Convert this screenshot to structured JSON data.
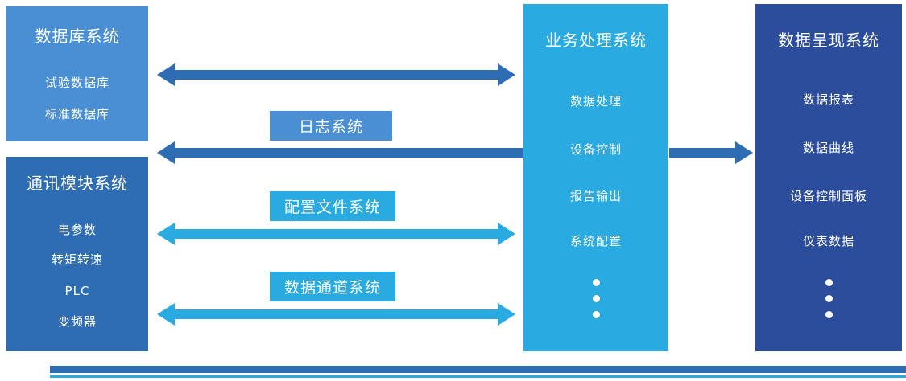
{
  "diagram": {
    "database_box": {
      "title": "数据库系统",
      "items": [
        "试验数据库",
        "标准数据库"
      ]
    },
    "comm_box": {
      "title": "通讯模块系统",
      "items": [
        "电参数",
        "转矩转速",
        "PLC",
        "变频器"
      ]
    },
    "business_box": {
      "title": "业务处理系统",
      "items": [
        "数据处理",
        "设备控制",
        "报告输出",
        "系统配置"
      ]
    },
    "presentation_box": {
      "title": "数据呈现系统",
      "items": [
        "数据报表",
        "数据曲线",
        "设备控制面板",
        "仪表数据"
      ]
    },
    "connector_labels": {
      "log_system": "日志系统",
      "config_file_system": "配置文件系统",
      "data_channel_system": "数据通道系统"
    },
    "colors": {
      "database_box": "#4a8fd4",
      "comm_box": "#2e6db4",
      "business_box": "#29abe2",
      "presentation_box": "#2b4d9c",
      "dark_arrow": "#2e6db4",
      "cyan_arrow": "#29abe2",
      "text": "#ffffff"
    }
  }
}
